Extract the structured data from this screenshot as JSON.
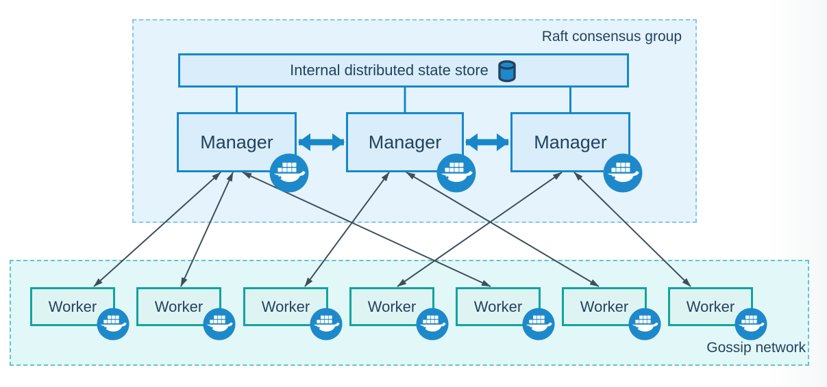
{
  "diagram": {
    "raft_group": {
      "label": "Raft consensus group"
    },
    "state_store": {
      "label": "Internal distributed state store",
      "icon": "database-icon"
    },
    "managers": [
      {
        "label": "Manager",
        "icon": "docker-whale-icon"
      },
      {
        "label": "Manager",
        "icon": "docker-whale-icon"
      },
      {
        "label": "Manager",
        "icon": "docker-whale-icon"
      }
    ],
    "gossip_network": {
      "label": "Gossip network"
    },
    "workers": [
      {
        "label": "Worker",
        "icon": "docker-whale-icon"
      },
      {
        "label": "Worker",
        "icon": "docker-whale-icon"
      },
      {
        "label": "Worker",
        "icon": "docker-whale-icon"
      },
      {
        "label": "Worker",
        "icon": "docker-whale-icon"
      },
      {
        "label": "Worker",
        "icon": "docker-whale-icon"
      },
      {
        "label": "Worker",
        "icon": "docker-whale-icon"
      },
      {
        "label": "Worker",
        "icon": "docker-whale-icon"
      }
    ],
    "links": {
      "state_store_to_managers": [
        0,
        1,
        2
      ],
      "manager_peer_links": [
        [
          0,
          1
        ],
        [
          1,
          2
        ]
      ],
      "manager_worker_links": [
        {
          "manager": 0,
          "worker": 0
        },
        {
          "manager": 0,
          "worker": 1
        },
        {
          "manager": 0,
          "worker": 4
        },
        {
          "manager": 1,
          "worker": 2
        },
        {
          "manager": 1,
          "worker": 5
        },
        {
          "manager": 2,
          "worker": 3
        },
        {
          "manager": 2,
          "worker": 6
        }
      ]
    },
    "colors": {
      "raft_fill": "#e5f3fc",
      "raft_dash": "#85c6ec",
      "gossip_fill": "#e2f7f7",
      "gossip_dash": "#5cc6c9",
      "blue_fill": "#d9edfa",
      "blue_border": "#1787c9",
      "worker_fill": "#def4f3",
      "worker_border": "#12a39e",
      "text": "#24425f",
      "thin_arrow": "#3d4e5c",
      "badge_blue": "#1d89cb"
    }
  }
}
